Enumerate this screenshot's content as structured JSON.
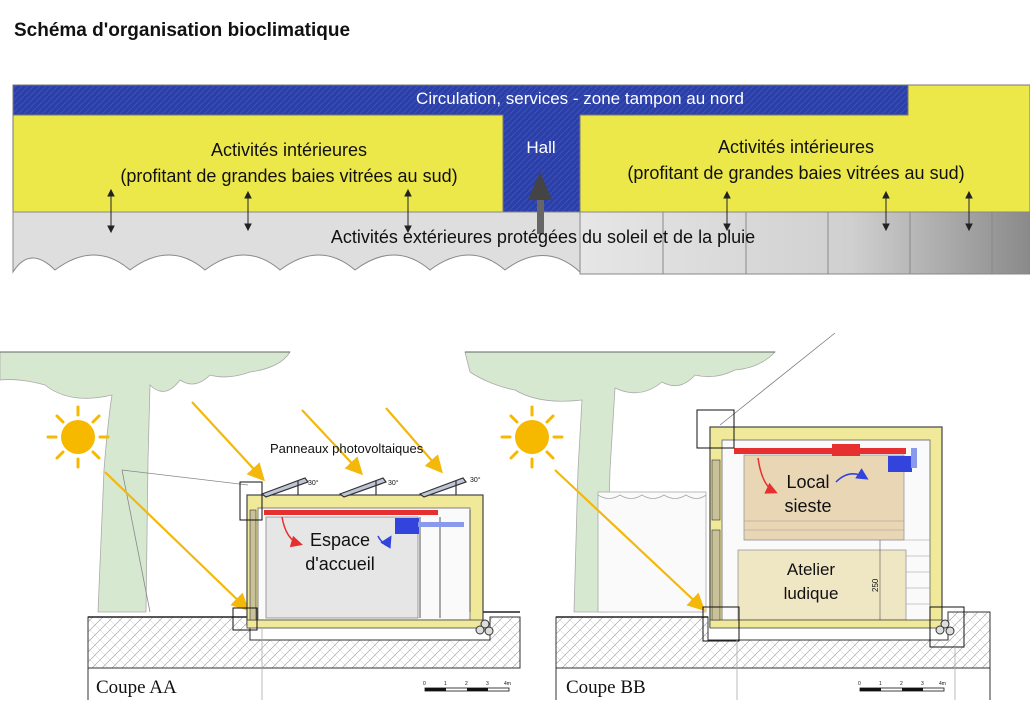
{
  "title": "Schéma d'organisation bioclimatique",
  "plan": {
    "north_zone": "Circulation, services - zone tampon au nord",
    "hall": "Hall",
    "indoor_left_line1": "Activités intérieures",
    "indoor_left_line2": "(profitant de grandes baies vitrées au sud)",
    "indoor_right_line1": "Activités intérieures",
    "indoor_right_line2": "(profitant de grandes baies vitrées au sud)",
    "outdoor": "Activités extérieures protégées du soleil et de la pluie"
  },
  "section_aa": {
    "caption": "Coupe AA",
    "solar_label": "Panneaux photovoltaiques",
    "panel_angle": "30°",
    "room_line1": "Espace",
    "room_line2": "d'accueil",
    "scale_ticks": [
      "0",
      "1",
      "2",
      "3",
      "4m"
    ]
  },
  "section_bb": {
    "caption": "Coupe BB",
    "upper_room_line1": "Local",
    "upper_room_line2": "sieste",
    "lower_room_line1": "Atelier",
    "lower_room_line2": "ludique",
    "dimension": "250",
    "scale_ticks": [
      "0",
      "1",
      "2",
      "3",
      "4m"
    ]
  },
  "colors": {
    "blue_zone": "#2b3fa6",
    "yellow_zone": "#ece84a",
    "outdoor_gray": "#dcdcdc",
    "tree": "#d7e8d0",
    "sun": "#f7b800",
    "ray": "#f3b80a",
    "hot_air": "#e63030",
    "cool_air": "#3344dd",
    "interior_aa": "#e6e6e6",
    "sieste": "#e8d6b4",
    "atelier": "#efe6c4"
  }
}
